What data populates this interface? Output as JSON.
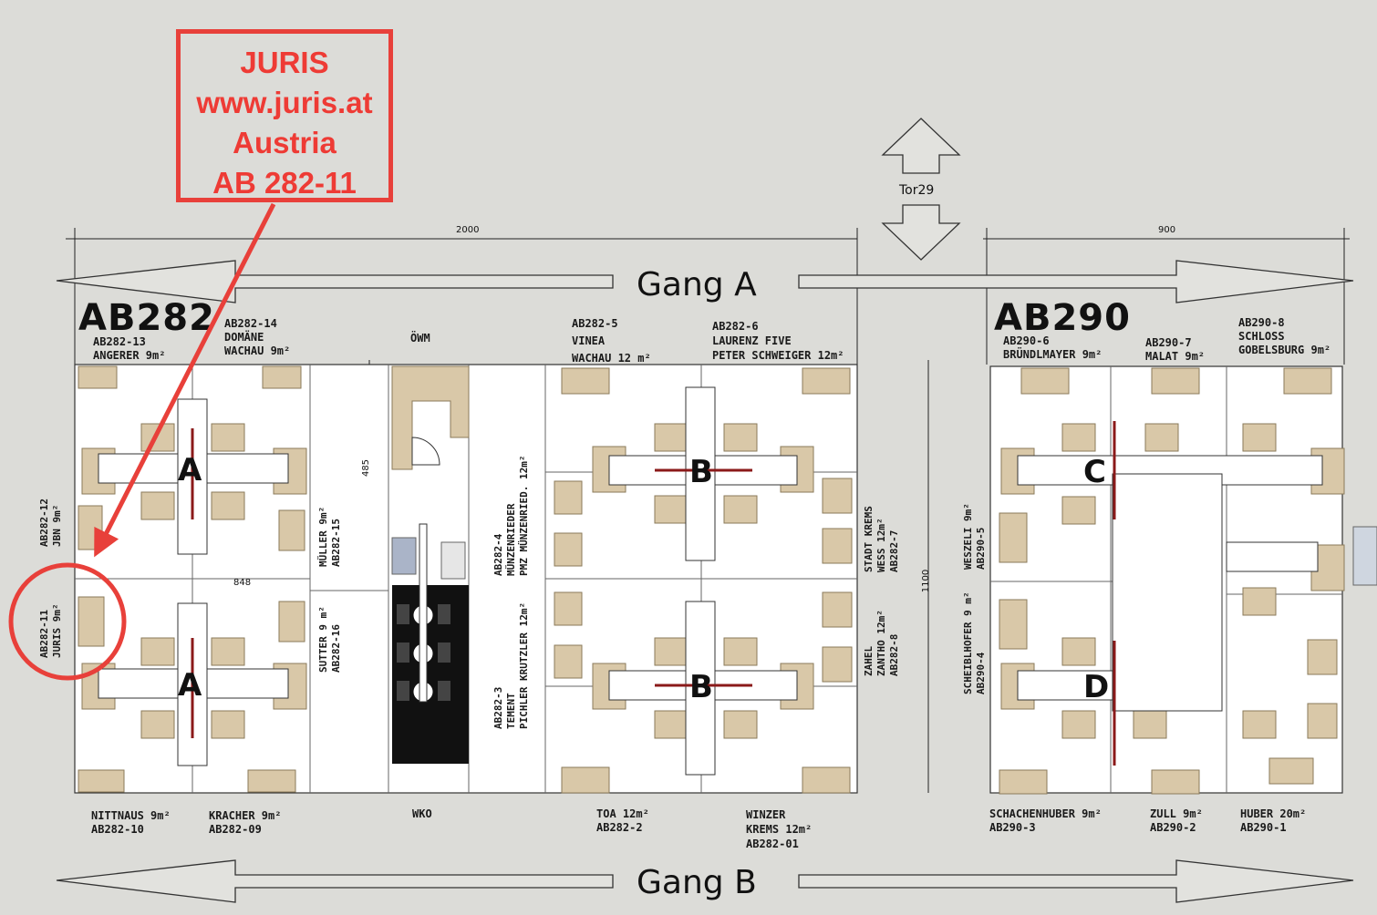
{
  "callout": {
    "lines": [
      "JURIS",
      "www.juris.at",
      "Austria",
      "AB 282-11"
    ],
    "color": "#ee3b35"
  },
  "tor": {
    "label": "Tor29"
  },
  "dimensions": {
    "top_left": "2000",
    "top_right": "900",
    "inner_width": "848",
    "desk_height": "485",
    "hall_height": "1100"
  },
  "aisles": {
    "top": "Gang A",
    "bottom": "Gang B"
  },
  "halls": [
    {
      "name": "AB282",
      "desk_labels": [
        "A",
        "A"
      ]
    },
    {
      "name": "AB290",
      "desk_labels": [
        "C",
        "D"
      ]
    }
  ],
  "hall282_middle_labels": [
    "B",
    "B"
  ],
  "booths_top": [
    {
      "id": "b282_13",
      "lines": [
        "AB282-13",
        "ANGERER 9m²"
      ]
    },
    {
      "id": "b282_14",
      "lines": [
        "AB282-14",
        "DOMÄNE",
        "WACHAU 9m²"
      ]
    },
    {
      "id": "owm",
      "lines": [
        "ÖWM"
      ]
    },
    {
      "id": "b282_5",
      "lines": [
        "AB282-5",
        "VINEA",
        "WACHAU 12 m²"
      ]
    },
    {
      "id": "b282_6",
      "lines": [
        "AB282-6",
        "LAURENZ FIVE",
        "PETER SCHWEIGER 12m²"
      ]
    },
    {
      "id": "b290_6",
      "lines": [
        "AB290-6",
        "BRÜNDLMAYER 9m²"
      ]
    },
    {
      "id": "b290_7",
      "lines": [
        "AB290-7",
        "MALAT 9m²"
      ]
    },
    {
      "id": "b290_8",
      "lines": [
        "AB290-8",
        "SCHLOSS",
        "GOBELSBURG 9m²"
      ]
    }
  ],
  "booths_bottom": [
    {
      "id": "b282_10",
      "lines": [
        "NITTNAUS 9m²",
        "AB282-10"
      ]
    },
    {
      "id": "b282_09",
      "lines": [
        "KRACHER 9m²",
        "AB282-09"
      ]
    },
    {
      "id": "wko",
      "lines": [
        "WKO"
      ]
    },
    {
      "id": "b282_2",
      "lines": [
        "TOA 12m²",
        "AB282-2"
      ]
    },
    {
      "id": "b282_01",
      "lines": [
        "WINZER",
        "KREMS 12m²",
        "AB282-01"
      ]
    },
    {
      "id": "b290_3",
      "lines": [
        "SCHACHENHUBER 9m²",
        "AB290-3"
      ]
    },
    {
      "id": "b290_2",
      "lines": [
        "ZULL 9m²",
        "AB290-2"
      ]
    },
    {
      "id": "b290_1",
      "lines": [
        "HUBER 20m²",
        "AB290-1"
      ]
    }
  ],
  "booths_vertical": [
    {
      "id": "b282_12",
      "lines": [
        "AB282-12",
        "JBN 9m²"
      ]
    },
    {
      "id": "b282_11",
      "lines": [
        "AB282-11",
        "JURIS 9m²"
      ]
    },
    {
      "id": "b282_15",
      "lines": [
        "MÜLLER 9m²",
        "AB282-15"
      ]
    },
    {
      "id": "b282_16",
      "lines": [
        "SUTTER 9 m²",
        "AB282-16"
      ]
    },
    {
      "id": "b282_4",
      "lines": [
        "AB282-4",
        "MÜNZENRIEDER",
        "PMZ MÜNZENRIED. 12m²"
      ]
    },
    {
      "id": "b282_3",
      "lines": [
        "AB282-3",
        "TEMENT",
        "PICHLER KRUTZLER 12m²"
      ]
    },
    {
      "id": "b282_7",
      "lines": [
        "STADT KREMS",
        "WESS 12m²",
        "AB282-7"
      ]
    },
    {
      "id": "b282_8",
      "lines": [
        "ZAHEL",
        "ZANTHO 12m²",
        "AB282-8"
      ]
    },
    {
      "id": "b290_5",
      "lines": [
        "WESZELI 9m²",
        "AB290-5"
      ]
    },
    {
      "id": "b290_4",
      "lines": [
        "SCHEIBLHOFER 9 m²",
        "AB290-4"
      ]
    }
  ],
  "colors": {
    "background": "#dcdcd8",
    "floor": "#ffffff",
    "wood": "#d9c8a8",
    "accent": "#e8403a"
  }
}
